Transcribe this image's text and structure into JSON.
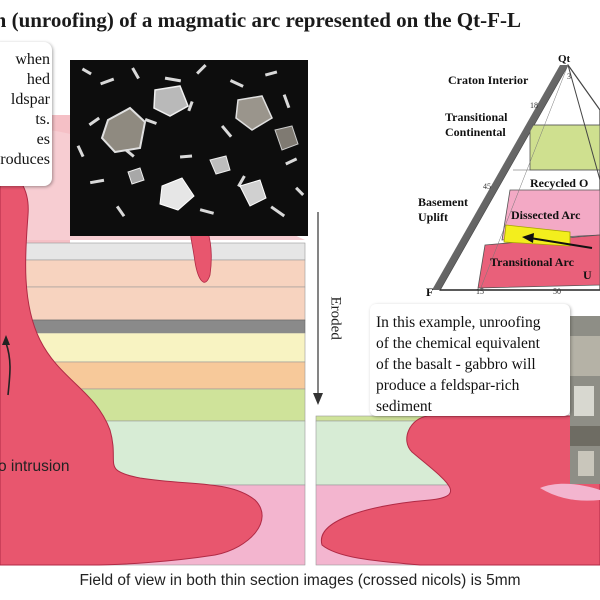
{
  "title": "ction (unroofing) of a magmatic arc represented on the Qt-F-L",
  "callout": {
    "lines": [
      "when",
      "hed",
      "ldspar",
      "ts.",
      "es",
      "roduces"
    ]
  },
  "note": {
    "lines": [
      "In this example, unroofing",
      "of the chemical equivalent",
      "of the basalt - gabbro will",
      "produce a feldspar-rich",
      "sediment"
    ]
  },
  "cross_section": {
    "intrusion_label": "o intrusion",
    "eroded_label": "Eroded"
  },
  "ternary": {
    "apex_top": "Qt",
    "apex_left": "F",
    "ticks": {
      "t3": "3",
      "t18": "18",
      "t45": "45",
      "t15": "15",
      "t50": "50"
    },
    "fields": {
      "craton_interior": "Craton Interior",
      "transitional_continental_1": "Transitional",
      "transitional_continental_2": "Continental",
      "basement_uplift_1": "Basement",
      "basement_uplift_2": "Uplift",
      "recycled_orogen": "Recycled O",
      "dissected_arc": "Dissected Arc",
      "transitional_arc": "Transitional Arc",
      "undissected_fragment": "U"
    }
  },
  "footer": "Field of view in both thin section images (crossed nicols) is 5mm",
  "colors": {
    "magma": "#e8566e",
    "layer_grey": "#e6e6e6",
    "layer_peach": "#f7d3bf",
    "layer_dark": "#8a8a8a",
    "layer_cream": "#f8f3c2",
    "layer_orange": "#f7c99a",
    "layer_green": "#cfe39a",
    "layer_mint": "#d7ecd5",
    "layer_pink": "#f3b5cf",
    "recycled_orogen": "#cfe08f",
    "dissected_arc": "#f3a9c5",
    "transitional_arc": "#e9607a",
    "arrow_band": "#f3ee1d"
  }
}
